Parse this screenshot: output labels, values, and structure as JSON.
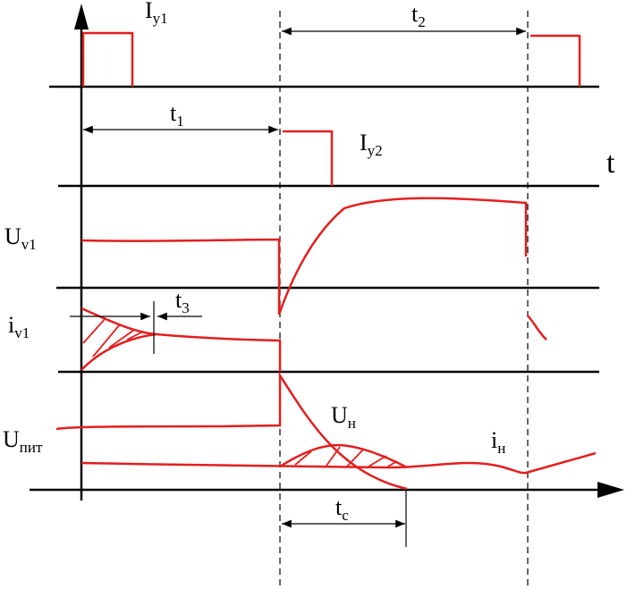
{
  "colors": {
    "signal": "#e41e1e",
    "axis": "#000000"
  },
  "labels": {
    "iy1_main": "I",
    "iy1_sub": "y1",
    "iy2_main": "I",
    "iy2_sub": "y2",
    "t_axis": "t",
    "t1_main": "t",
    "t1_sub": "1",
    "t2_main": "t",
    "t2_sub": "2",
    "t3_main": "t",
    "t3_sub": "3",
    "tc_main": "t",
    "tc_sub": "c",
    "uv1_main": "U",
    "uv1_sub": "v1",
    "iv1_main": "i",
    "iv1_sub": "v1",
    "upit_main": "U",
    "upit_sub": "пит",
    "un_main": "U",
    "un_sub": "н",
    "in_main": "i",
    "in_sub": "н"
  }
}
